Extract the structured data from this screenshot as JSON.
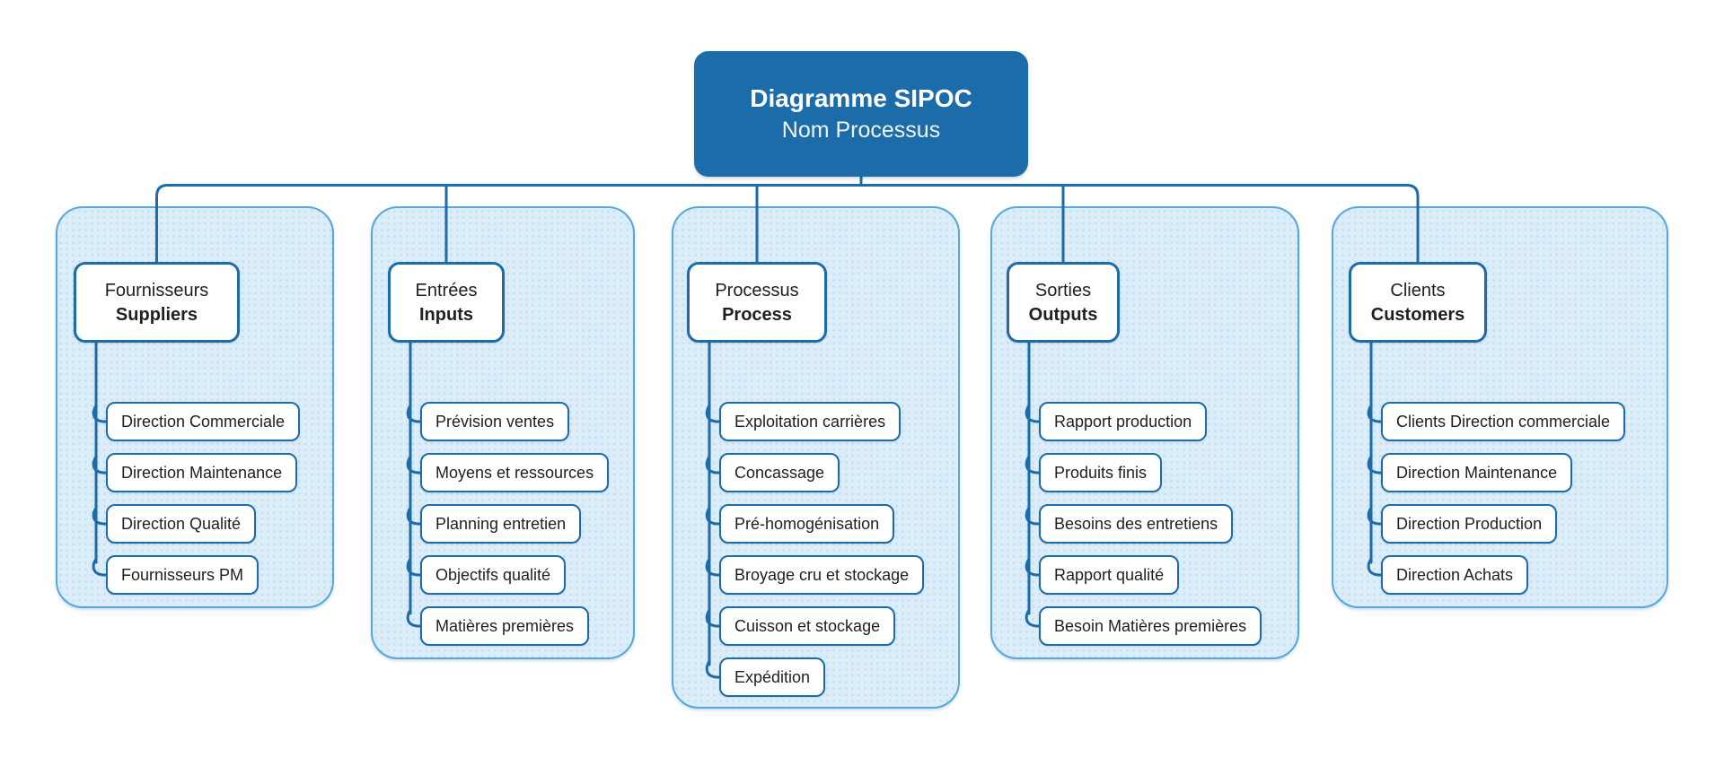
{
  "diagram": {
    "title_line1": "Diagramme SIPOC",
    "title_line2": "Nom Processus"
  },
  "colors": {
    "accent_dark_blue": "#1B6CA8",
    "panel_fill": "#DCEDFA",
    "panel_border": "#55A8DF",
    "node_fill": "#FFFFFF",
    "node_text": "#1F1F1F",
    "title_text": "#FFFFFF",
    "canvas_bg": "#FFFFFF"
  },
  "columns": [
    {
      "id": "suppliers",
      "title_fr": "Fournisseurs",
      "title_en": "Suppliers",
      "items": [
        "Direction Commerciale",
        "Direction Maintenance",
        "Direction Qualité",
        "Fournisseurs PM"
      ]
    },
    {
      "id": "inputs",
      "title_fr": "Entrées",
      "title_en": "Inputs",
      "items": [
        "Prévision ventes",
        "Moyens et ressources",
        "Planning entretien",
        "Objectifs qualité",
        "Matières premières"
      ]
    },
    {
      "id": "process",
      "title_fr": "Processus",
      "title_en": "Process",
      "items": [
        "Exploitation carrières",
        "Concassage",
        "Pré-homogénisation",
        "Broyage cru et stockage",
        "Cuisson et stockage",
        "Expédition"
      ]
    },
    {
      "id": "outputs",
      "title_fr": "Sorties",
      "title_en": "Outputs",
      "items": [
        "Rapport production",
        "Produits finis",
        "Besoins des entretiens",
        "Rapport qualité",
        "Besoin Matières premières"
      ]
    },
    {
      "id": "customers",
      "title_fr": "Clients",
      "title_en": "Customers",
      "items": [
        "Clients Direction commerciale",
        "Direction Maintenance",
        "Direction Production",
        "Direction Achats"
      ]
    }
  ]
}
